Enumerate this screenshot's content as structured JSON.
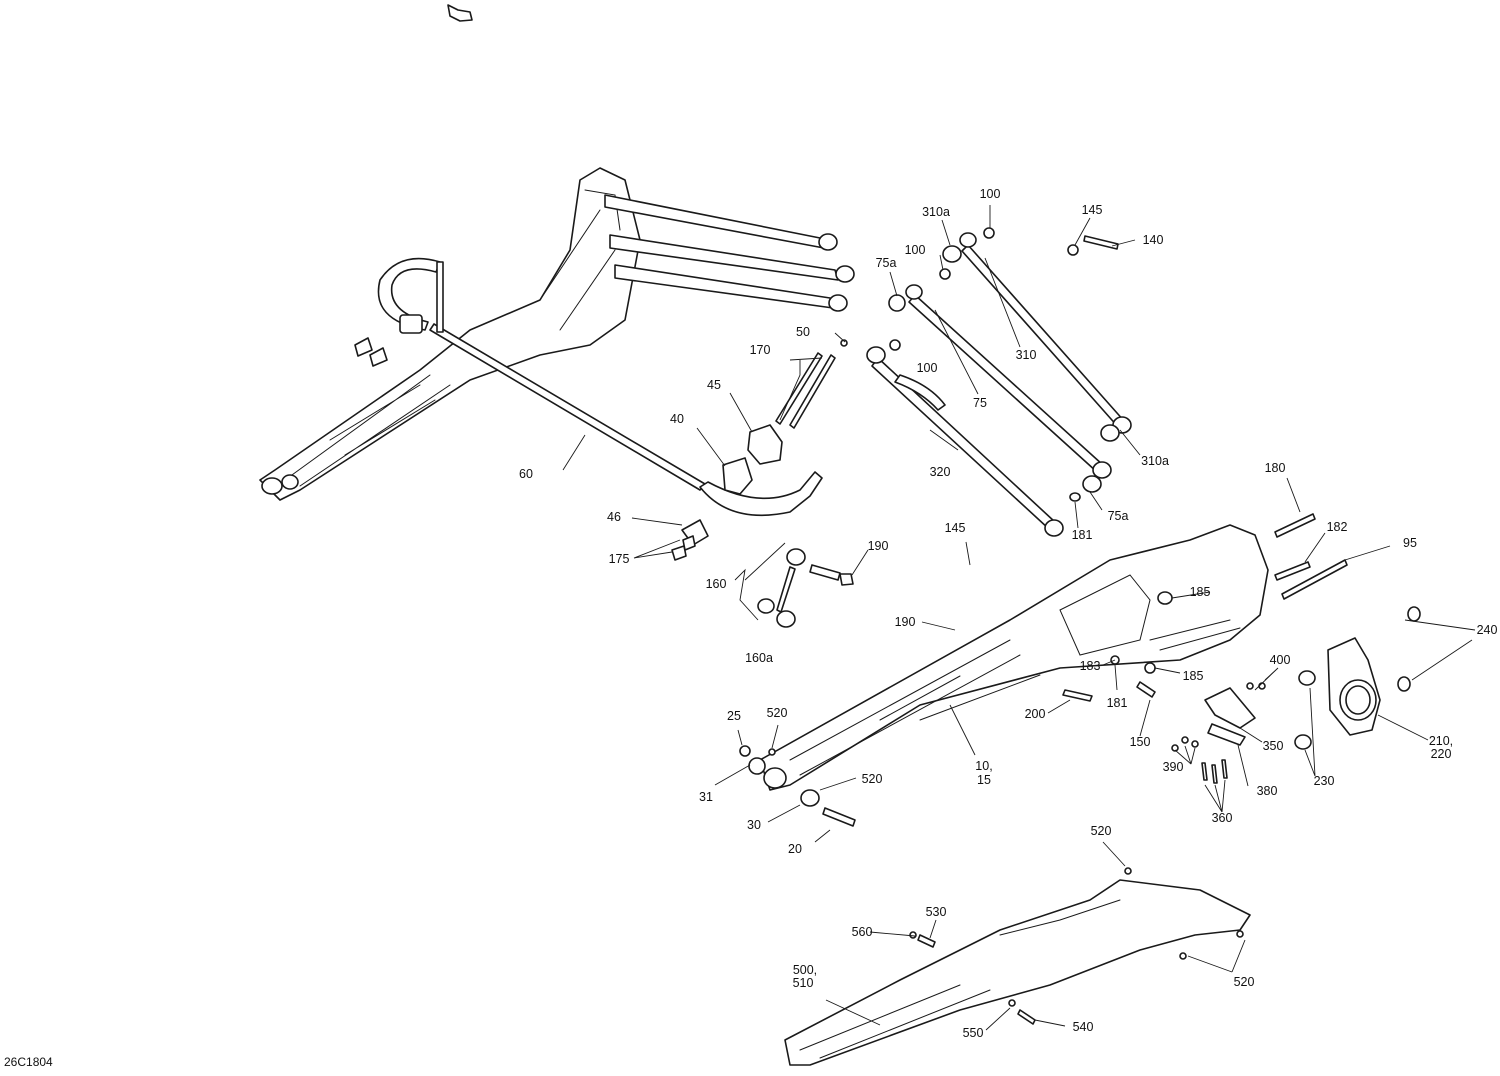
{
  "diagram_code": "26C1804",
  "callouts": {
    "c100a": "100",
    "c310a_top": "310a",
    "c145_top": "145",
    "c140": "140",
    "c100b": "100",
    "c75a_top": "75a",
    "c100c": "100",
    "c310": "310",
    "c75": "75",
    "c310a_bottom": "310a",
    "c75a_bottom": "75a",
    "c181_top": "181",
    "c320": "320",
    "c50": "50",
    "c170": "170",
    "c45": "45",
    "c40": "40",
    "c60": "60",
    "c46": "46",
    "c175": "175",
    "c160": "160",
    "c160a": "160a",
    "c190_top": "190",
    "c145_mid": "145",
    "c180": "180",
    "c182": "182",
    "c95": "95",
    "c185_top": "185",
    "c190_mid": "190",
    "c183": "183",
    "c181_mid": "181",
    "c185_bottom": "185",
    "c200": "200",
    "c150": "150",
    "c400": "400",
    "c240": "240",
    "c350": "350",
    "c390": "390",
    "c380": "380",
    "c360": "360",
    "c210_220": "210,\n220",
    "c230": "230",
    "c10_15": "10,\n15",
    "c25": "25",
    "c520_a": "520",
    "c31": "31",
    "c520_b": "520",
    "c30": "30",
    "c20": "20",
    "c520_c": "520",
    "c530": "530",
    "c560": "560",
    "c500_510": "500,\n510",
    "c520_d": "520",
    "c550": "550",
    "c540": "540"
  }
}
